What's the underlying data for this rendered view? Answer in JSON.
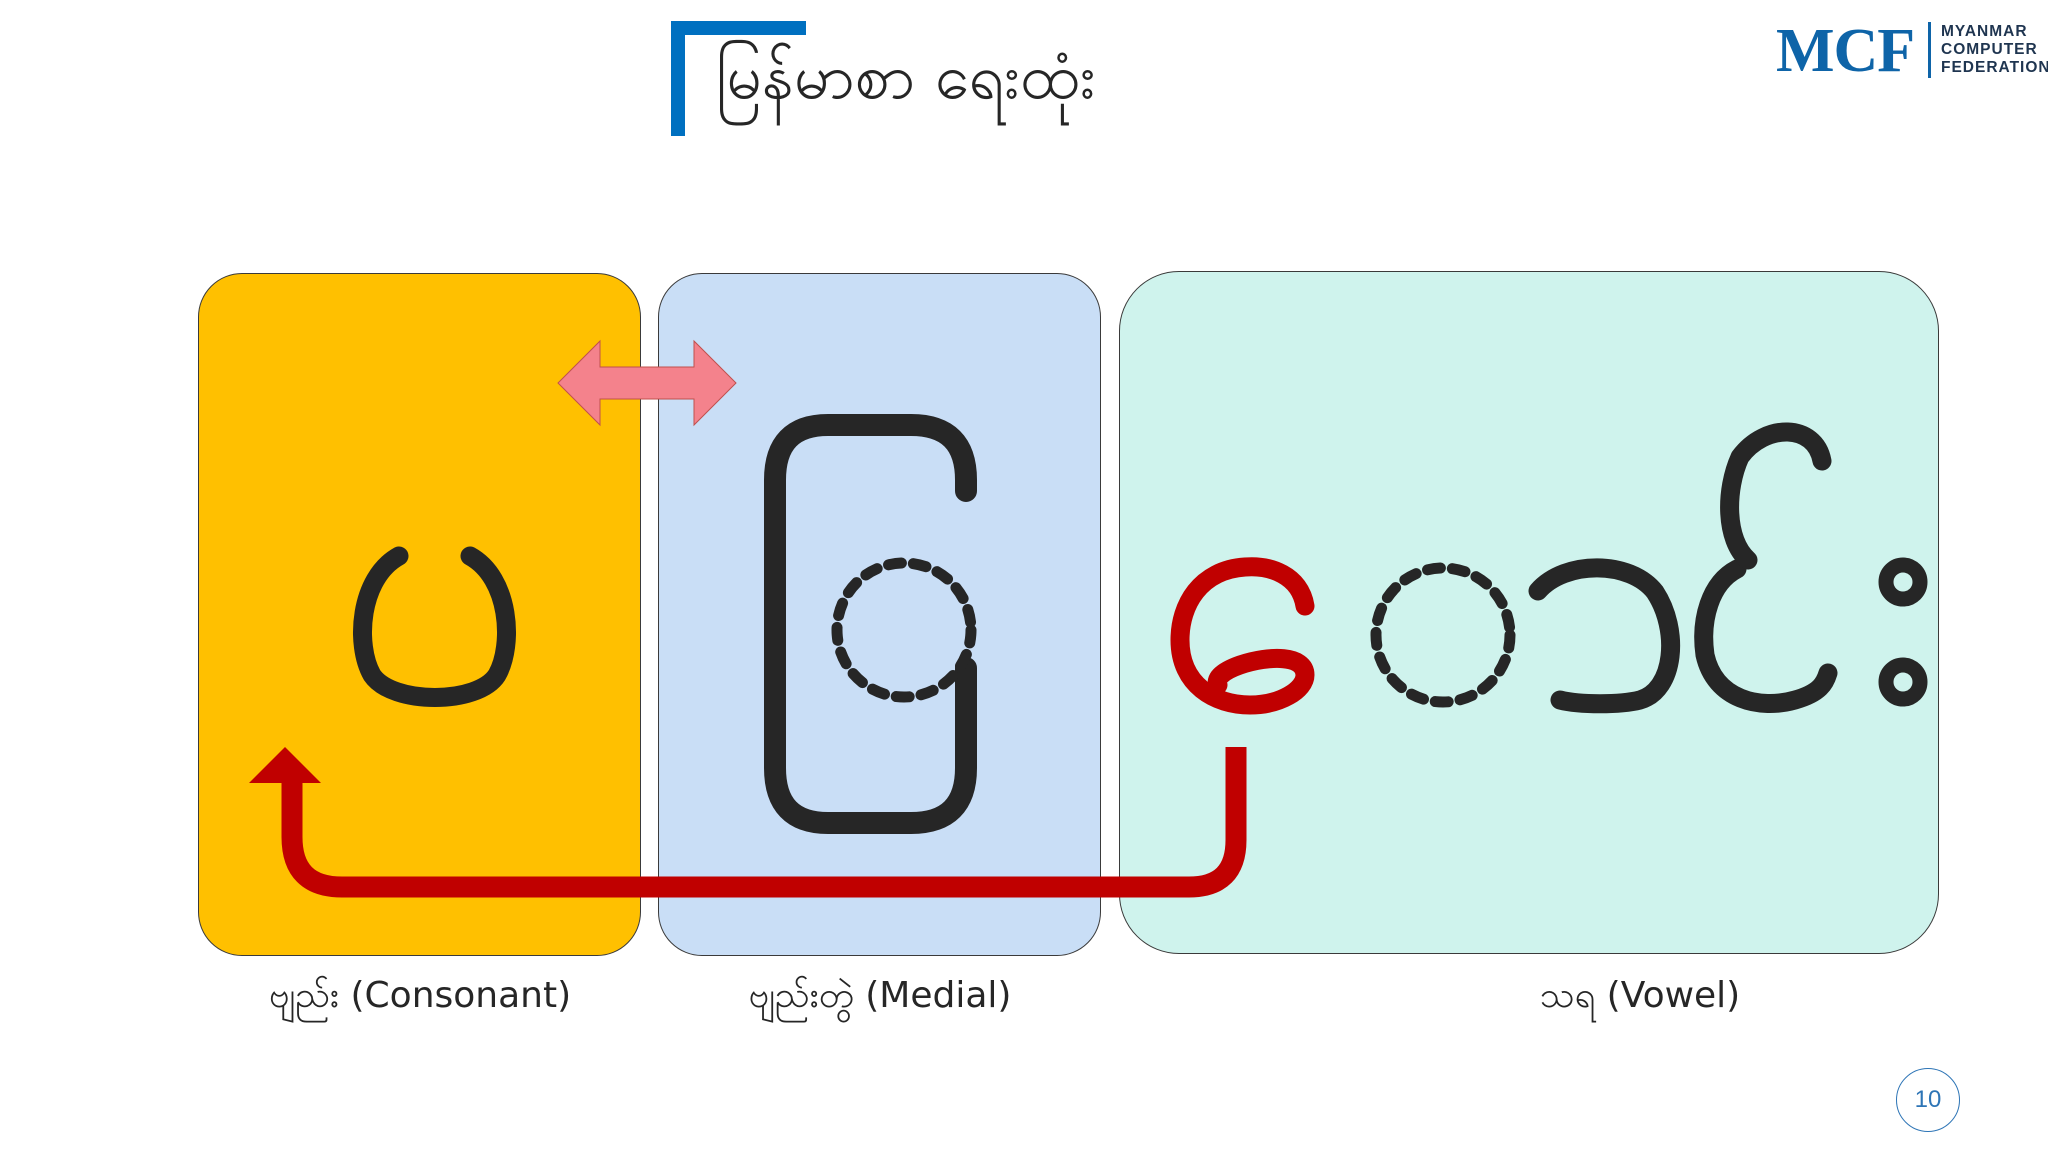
{
  "title": "မြန်မာစာ ရေးထုံး",
  "logo": {
    "mark": "MCF",
    "lines": [
      "MYANMAR",
      "COMPUTER",
      "FEDERATION"
    ]
  },
  "panels": {
    "consonant": {
      "glyph": "ပ",
      "caption": "ဗျည်း (Consonant)"
    },
    "medial": {
      "glyph": "ြ",
      "caption": "ဗျည်းတွဲ (Medial)"
    },
    "vowel": {
      "glyph": "ေ◌ာင်း",
      "caption": "သရ (Vowel)"
    }
  },
  "page_number": "10",
  "colors": {
    "title_accent": "#0070c0",
    "consonant_panel": "#ffc000",
    "medial_panel": "#c9def6",
    "vowel_panel": "#cff3ed",
    "reorder_arrow": "#c00000",
    "swap_arrow": "#f4828c",
    "glyph": "#262626",
    "logo_blue": "#0e64a8"
  }
}
